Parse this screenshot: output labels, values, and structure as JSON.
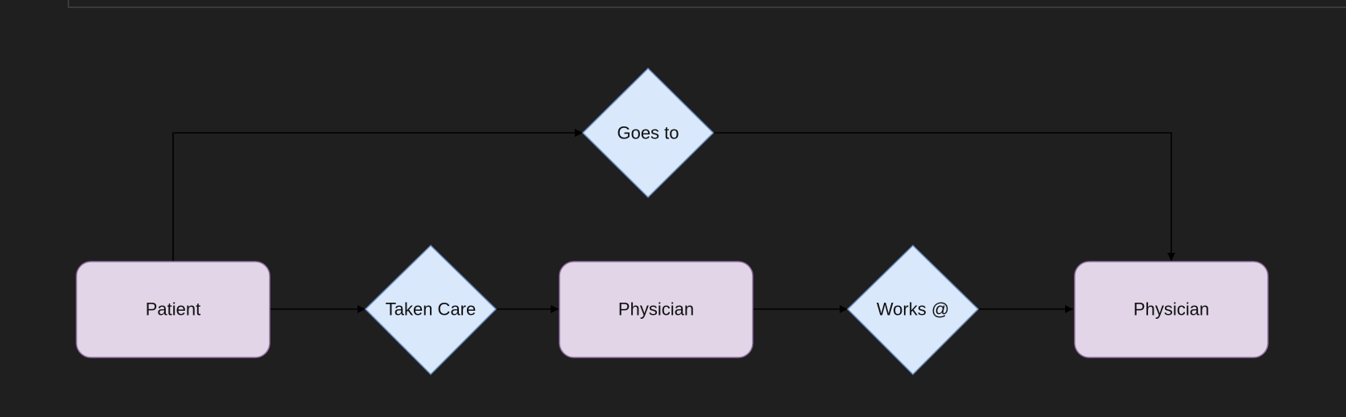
{
  "diagram": {
    "colors": {
      "background": "#1f1f1f",
      "entity_fill": "#e1d5e7",
      "entity_stroke": "#9673a6",
      "relation_fill": "#dae8fc",
      "relation_stroke": "#6c8ebf",
      "edge": "#000000",
      "text": "#111111",
      "frame": "#444444"
    },
    "nodes": {
      "patient": {
        "label": "Patient",
        "kind": "entity"
      },
      "taken_care": {
        "label": "Taken Care",
        "kind": "relationship"
      },
      "physician_1": {
        "label": "Physician",
        "kind": "entity"
      },
      "works_at": {
        "label": "Works @",
        "kind": "relationship"
      },
      "physician_2": {
        "label": "Physician",
        "kind": "entity"
      },
      "goes_to": {
        "label": "Goes to",
        "kind": "relationship"
      }
    },
    "edges": [
      {
        "from": "patient",
        "to": "taken_care"
      },
      {
        "from": "taken_care",
        "to": "physician_1"
      },
      {
        "from": "physician_1",
        "to": "works_at"
      },
      {
        "from": "works_at",
        "to": "physician_2"
      },
      {
        "from": "patient",
        "to": "goes_to"
      },
      {
        "from": "goes_to",
        "to": "physician_2"
      }
    ]
  }
}
